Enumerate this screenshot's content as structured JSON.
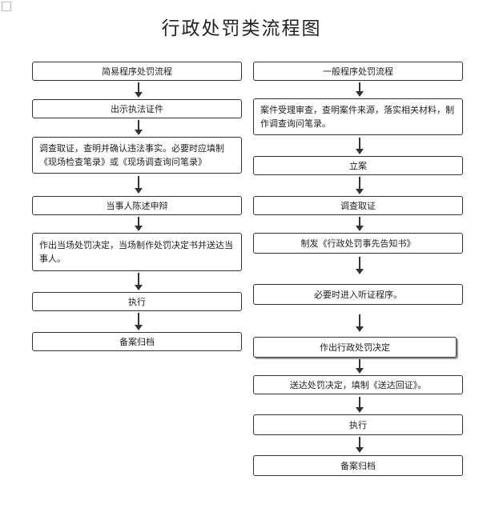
{
  "title": "行政处罚类流程图",
  "simple": {
    "header": "简易程序处罚流程",
    "steps": [
      "出示执法证件",
      "调查取证，查明并确认违法事实。必要时应填制《现场检查笔录》或《现场调查询问笔录》",
      "当事人陈述申辩",
      "作出当场处罚决定，当场制作处罚决定书并送达当事人。",
      "执行",
      "备案归档"
    ]
  },
  "general": {
    "header": "一般程序处罚流程",
    "steps": [
      "案件受理审查，查明案件来源，落实相关材料，制作调查询问笔录。",
      "立案",
      "调查取证",
      "制发《行政处罚事先告知书》",
      "必要时进入听证程序。",
      "作出行政处罚决定",
      "送达处罚决定，填制《送达回证》。",
      "执行",
      "备案归档"
    ]
  }
}
